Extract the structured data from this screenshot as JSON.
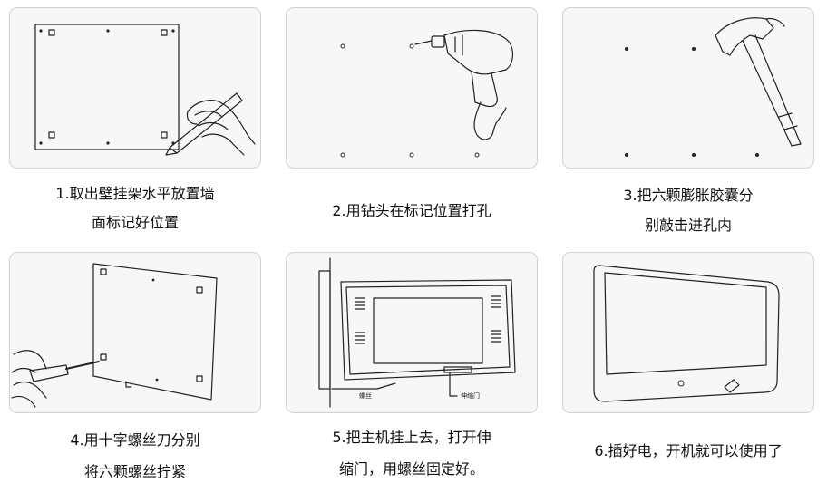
{
  "steps": [
    {
      "id": 1,
      "caption_line1": "1.取出壁挂架水平放置墙",
      "caption_line2": "面标记好位置"
    },
    {
      "id": 2,
      "caption_line1": "2.用钻头在标记位置打孔"
    },
    {
      "id": 3,
      "caption_line1": "3.把六颗膨胀胶囊分",
      "caption_line2": "别敲击进孔内"
    },
    {
      "id": 4,
      "caption_line1": "4.用十字螺丝刀分别",
      "caption_line2": "将六颗螺丝拧紧"
    },
    {
      "id": 5,
      "caption_line1": "5.把主机挂上去，打开伸",
      "caption_line2": "缩门，用螺丝固定好。",
      "callouts": {
        "screw": "螺丝",
        "door": "伸缩门"
      }
    },
    {
      "id": 6,
      "caption_line1": "6.插好电，开机就可以使用了"
    }
  ]
}
